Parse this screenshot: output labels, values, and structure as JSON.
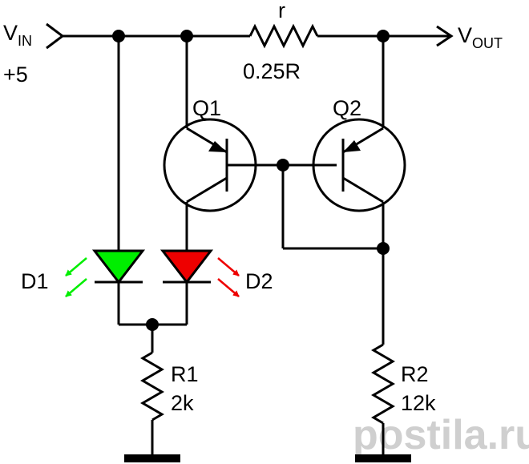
{
  "input": {
    "label_main": "V",
    "label_sub": "IN",
    "voltage": "+5"
  },
  "output": {
    "label_main": "V",
    "label_sub": "OUT"
  },
  "resistor_r": {
    "name": "r",
    "value": "0.25R"
  },
  "q1": {
    "name": "Q1",
    "type": "PNP"
  },
  "q2": {
    "name": "Q2",
    "type": "PNP"
  },
  "d1": {
    "name": "D1",
    "color": "#00ee00"
  },
  "d2": {
    "name": "D2",
    "color": "#ee0000"
  },
  "r1": {
    "name": "R1",
    "value": "2k"
  },
  "r2": {
    "name": "R2",
    "value": "12k"
  },
  "watermark": {
    "text": "postila.ru"
  }
}
